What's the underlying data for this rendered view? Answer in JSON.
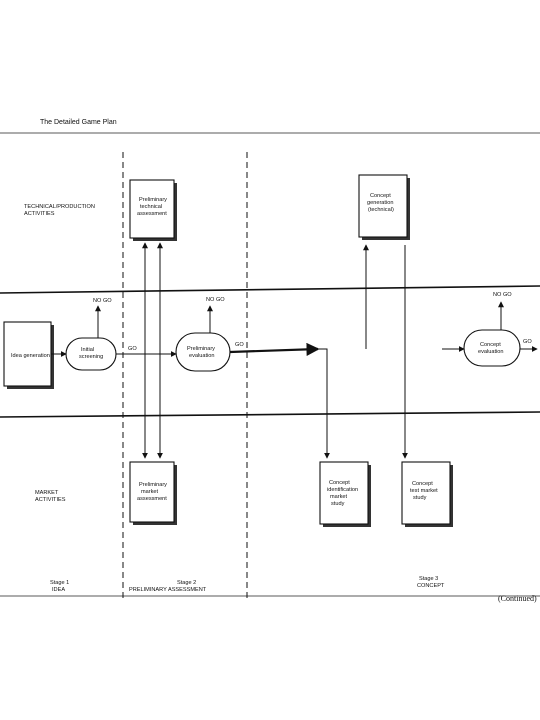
{
  "title": "The Detailed Game Plan",
  "rows": {
    "technical": [
      "TECHNICAL/PRODUCTION",
      "ACTIVITIES"
    ],
    "market": [
      "MARKET",
      "ACTIVITIES"
    ]
  },
  "boxes": {
    "idea_generation": "Idea generation",
    "prelim_technical": [
      "Preliminary",
      "technical",
      "assessment"
    ],
    "prelim_market": [
      "Preliminary",
      "market",
      "assessment"
    ],
    "concept_generation": [
      "Concept",
      "generation",
      "(technical)"
    ],
    "concept_identification": [
      "Concept",
      "identification",
      "market",
      "study"
    ],
    "concept_test": [
      "Concept",
      "test market",
      "study"
    ]
  },
  "decisions": {
    "initial_screening": [
      "Initial",
      "screening"
    ],
    "preliminary_evaluation": [
      "Preliminary",
      "evaluation"
    ],
    "concept_evaluation": [
      "Concept",
      "evaluation"
    ]
  },
  "gates": {
    "go": "GO",
    "no_go": "NO GO"
  },
  "stages": [
    [
      "Stage 1",
      "IDEA"
    ],
    [
      "Stage 2",
      "PRELIMINARY ASSESSMENT"
    ],
    [
      "Stage 3",
      "CONCEPT"
    ]
  ],
  "footer": "(Continued)"
}
